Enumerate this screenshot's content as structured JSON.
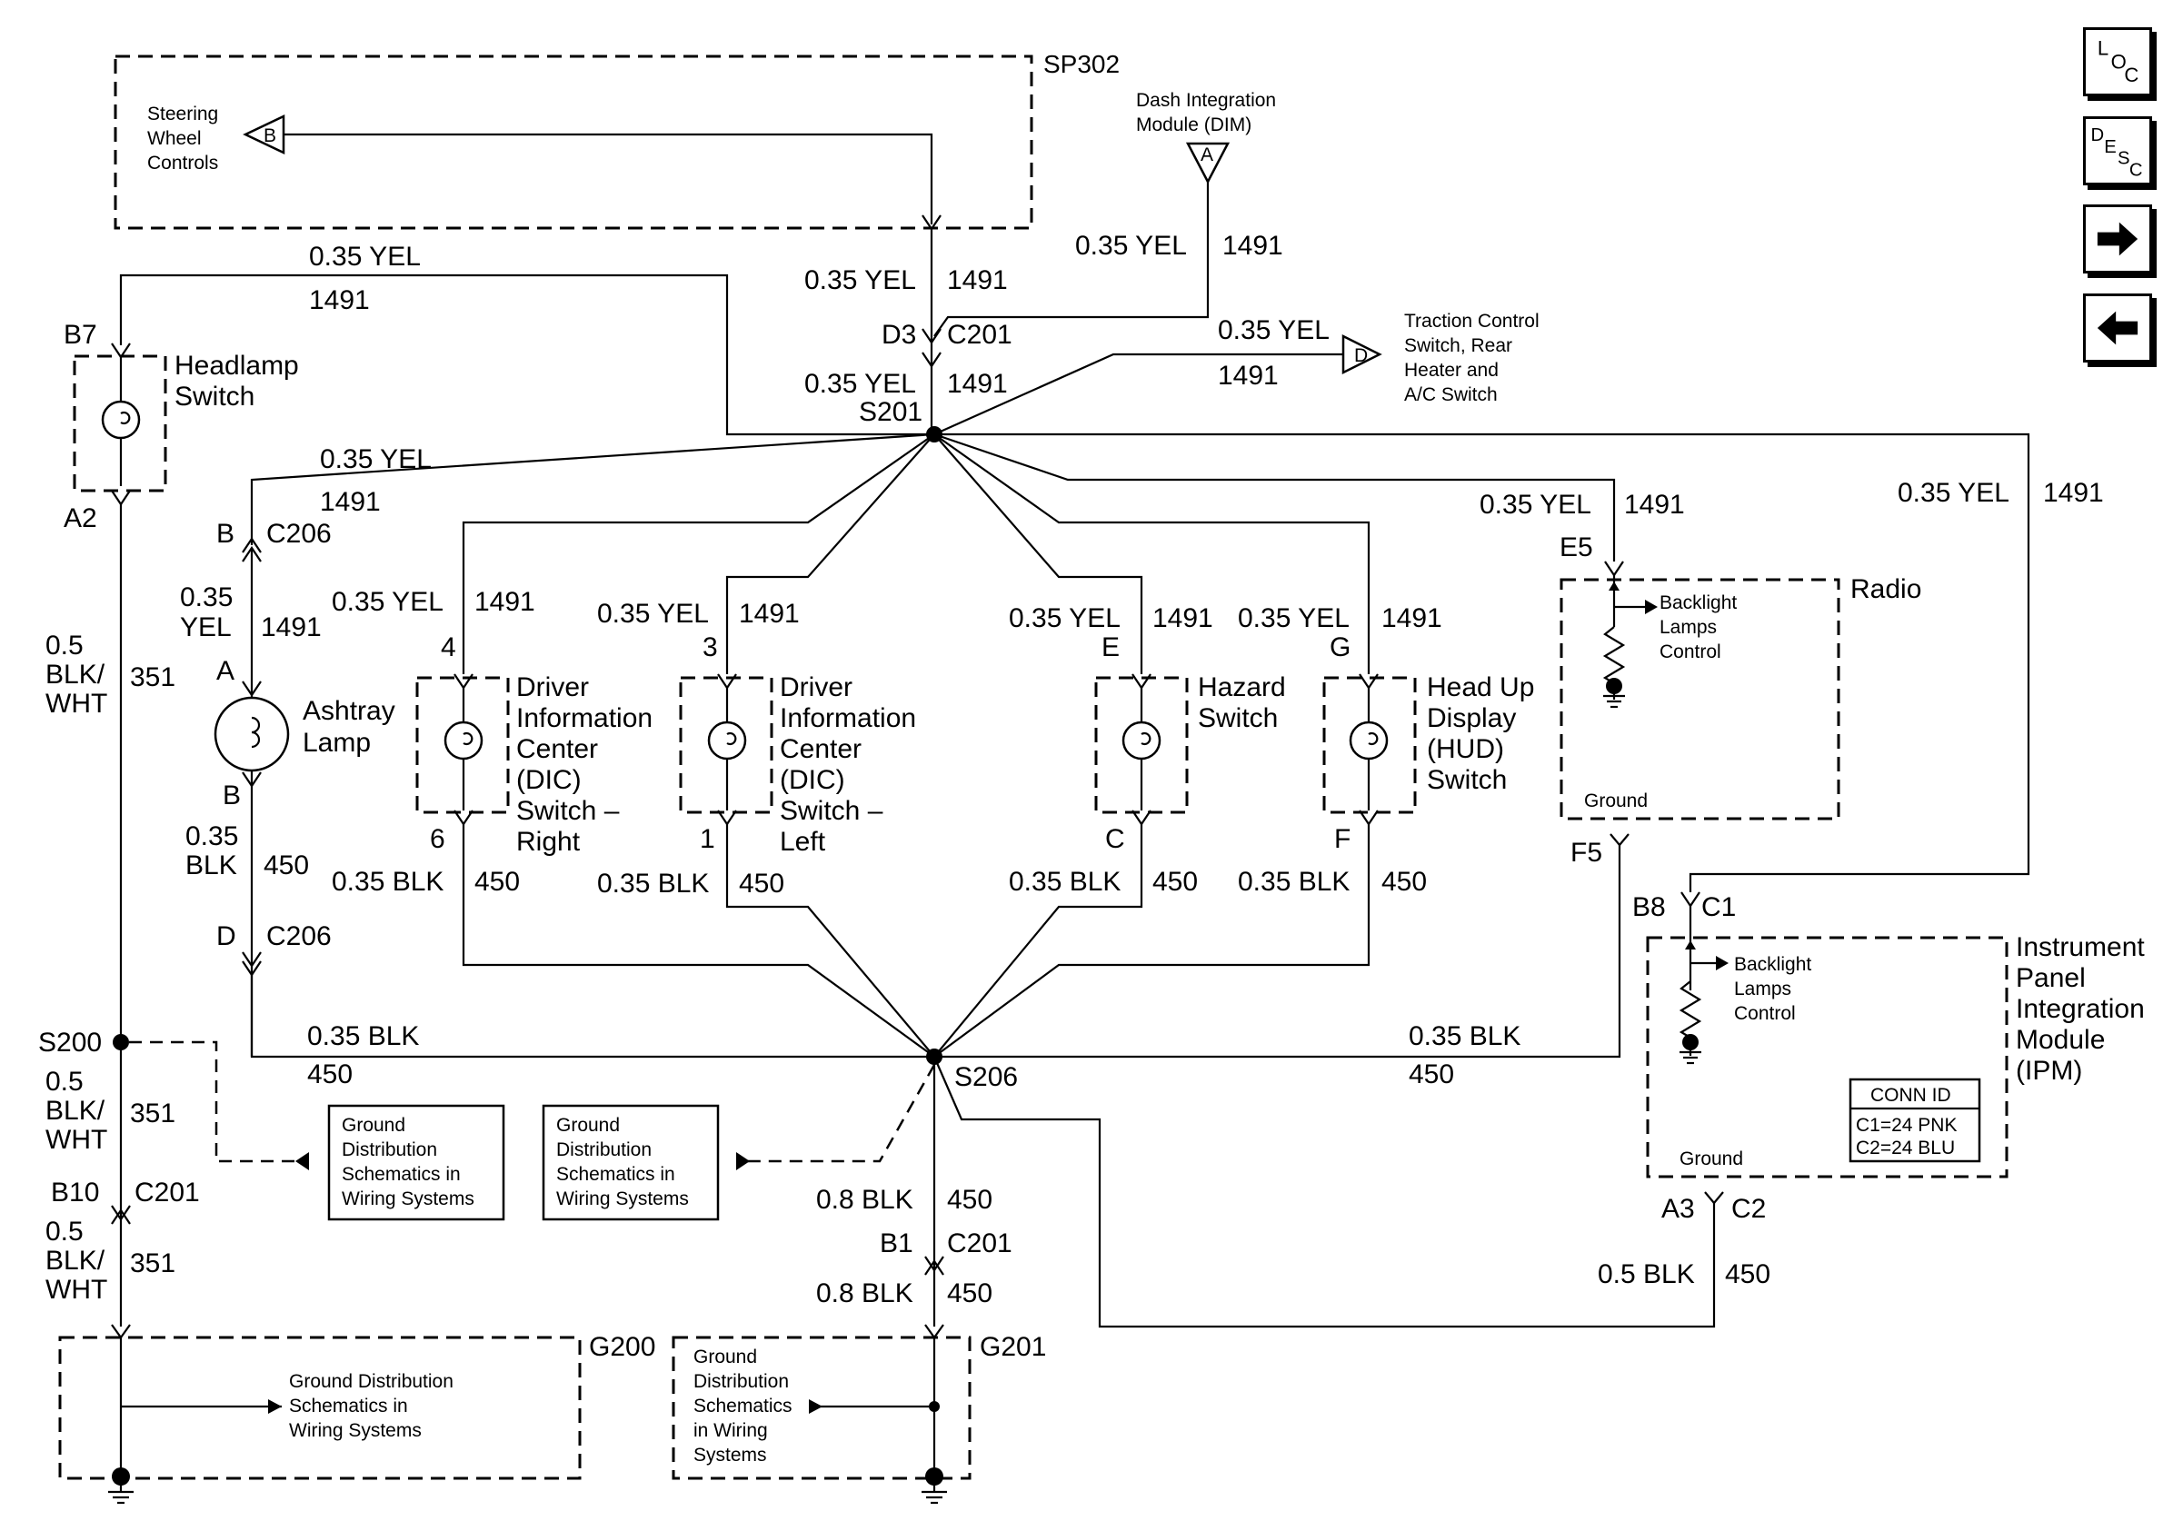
{
  "components": {
    "sp302": "SP302",
    "steering_wheel_controls": [
      "Steering",
      "Wheel",
      "Controls"
    ],
    "dim": [
      "Dash Integration",
      "Module (DIM)"
    ],
    "traction_switch": [
      "Traction Control",
      "Switch, Rear",
      "Heater and",
      "A/C Switch"
    ],
    "headlamp_switch": [
      "Headlamp",
      "Switch"
    ],
    "ashtray_lamp": [
      "Ashtray",
      "Lamp"
    ],
    "dic_right": [
      "Driver",
      "Information",
      "Center",
      "(DIC)",
      "Switch –",
      "Right"
    ],
    "dic_left": [
      "Driver",
      "Information",
      "Center",
      "(DIC)",
      "Switch –",
      "Left"
    ],
    "hazard_switch": [
      "Hazard",
      "Switch"
    ],
    "hud_switch": [
      "Head Up",
      "Display",
      "(HUD)",
      "Switch"
    ],
    "radio": "Radio",
    "backlight_control": [
      "Backlight",
      "Lamps",
      "Control"
    ],
    "ground_label": "Ground",
    "ipm": [
      "Instrument",
      "Panel",
      "Integration",
      "Module",
      "(IPM)"
    ],
    "conn_id": [
      "CONN ID",
      "C1=24 PNK",
      "C2=24 BLU"
    ],
    "ground_dist_box": [
      "Ground",
      "Distribution",
      "Schematics in",
      "Wiring Systems"
    ],
    "g200_text": [
      "Ground Distribution",
      "Schematics in",
      "Wiring Systems"
    ],
    "g201_text": [
      "Ground",
      "Distribution",
      "Schematics",
      "in Wiring",
      "Systems"
    ]
  },
  "wires": {
    "yel": "0.35 YEL",
    "yel_stack": [
      "0.35",
      "YEL"
    ],
    "blk": "0.35 BLK",
    "blk_stack": [
      "0.35",
      "BLK"
    ],
    "c1491": "1491",
    "c450": "450",
    "c351": "351",
    "blkwht": [
      "0.5",
      "BLK/",
      "WHT"
    ],
    "blk08": "0.8 BLK",
    "blk05": "0.5 BLK"
  },
  "connectors": {
    "B7": "B7",
    "A2": "A2",
    "B": "B",
    "A": "A",
    "C206": "C206",
    "D": "D",
    "D3": "D3",
    "C201": "C201",
    "S201": "S201",
    "S206": "S206",
    "S200": "S200",
    "pin4": "4",
    "pin6": "6",
    "pin3": "3",
    "pin1": "1",
    "E": "E",
    "C": "C",
    "G": "G",
    "F": "F",
    "E5": "E5",
    "F5": "F5",
    "B8": "B8",
    "C1": "C1",
    "A3": "A3",
    "C2": "C2",
    "B10": "B10",
    "B1": "B1",
    "G200": "G200",
    "G201": "G201",
    "tri_B": "B",
    "tri_A": "A",
    "tri_D": "D"
  },
  "nav": {
    "loc": [
      "L",
      "O",
      "C"
    ],
    "desc": [
      "D",
      "E",
      "S",
      "C"
    ],
    "next": "right-arrow-icon",
    "prev": "left-arrow-icon"
  }
}
